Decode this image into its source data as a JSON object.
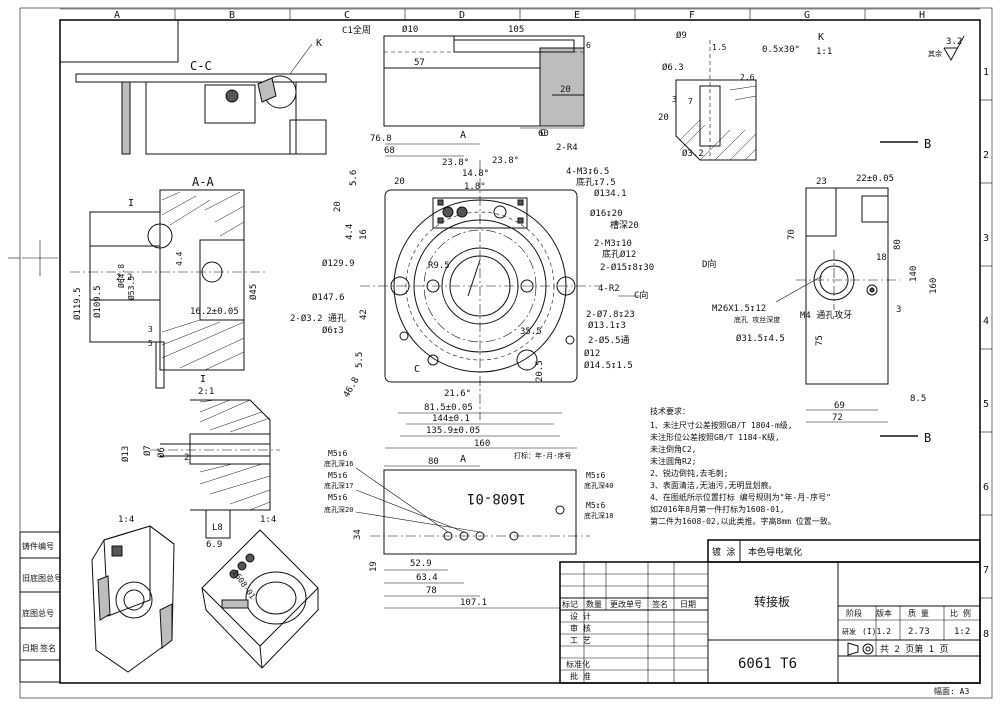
{
  "grid": {
    "columns": [
      "A",
      "B",
      "C",
      "D",
      "E",
      "F",
      "G",
      "H"
    ],
    "rows": [
      "1",
      "2",
      "3",
      "4",
      "5",
      "6",
      "7",
      "8"
    ]
  },
  "side_box": [
    "铸件编号",
    "旧底图总号",
    "底图总号",
    "日期",
    "签名"
  ],
  "views": {
    "cc_label": "C-C",
    "aa_label": "A-A",
    "k_label": "K",
    "k_detail_label": "K",
    "k_detail_scale": "1:1",
    "detail_i_label": "I",
    "detail_i_scale": "2:1",
    "iso1_scale": "1:4",
    "iso2_scale": "1:4",
    "iso_engraving": "1608-01",
    "b_label": "B",
    "d_label": "D向",
    "c_dir_label": "C向",
    "bottom_a_label": "A",
    "top_a_label": "A",
    "c_label": "C"
  },
  "surface": {
    "value": "3.2",
    "note": "其余"
  },
  "top_view_dims": [
    "C1全周",
    "Ø10",
    "105",
    "6",
    "57",
    "20",
    "60"
  ],
  "main_view_dims": [
    "76.8",
    "68",
    "23.8°",
    "23.8°",
    "14.8°",
    "1.8°",
    "2-R4",
    "20",
    "5.6",
    "20",
    "4.4",
    "16",
    "4-M3↧6.5",
    "底孔↧7.5",
    "Ø134.1",
    "Ø16↧20",
    "槽深20",
    "2-M3↧10",
    "底孔Ø12",
    "2-Ø15↧8↧30",
    "4-R2",
    "Ø129.9",
    "Ø147.6",
    "2-Ø3.2 通孔",
    "Ø6↧3",
    "42",
    "5.5",
    "35.5",
    "2-Ø7.8↧23",
    "Ø13.1↧3",
    "2-Ø5.5通",
    "Ø12",
    "Ø14.5↧1.5",
    "21.6°",
    "46.8",
    "81.5±0.05",
    "144±0.1",
    "135.9±0.05",
    "160",
    "20.5",
    "R9.5"
  ],
  "aa_dims": [
    "Ø119.5",
    "Ø109.5",
    "Ø64.8",
    "Ø53.5",
    "2.2",
    "4.4",
    "Ø45",
    "16.2±0.05",
    "3",
    "5"
  ],
  "detail_i_dims": [
    "Ø13",
    "Ø7",
    "Ø6",
    "2",
    "L8",
    "6.9"
  ],
  "k_dims": [
    "Ø9",
    "1.5",
    "0.5x30°",
    "Ø6.3",
    "2.6",
    "20",
    "3",
    "7",
    "Ø3.2"
  ],
  "right_view_dims": [
    "23",
    "22±0.05",
    "70",
    "80",
    "140",
    "160",
    "M26X1.5↧12",
    "底孔 攻丝深度",
    "Ø31.5↧4.5",
    "M4 通孔攻牙",
    "18",
    "3",
    "75",
    "69",
    "72",
    "8.5"
  ],
  "bottom_view_dims": [
    "80",
    "M5↧6",
    "底孔深16",
    "M5↧6",
    "底孔深17",
    "M5↧6",
    "底孔深20",
    "M5↧6",
    "底孔深40",
    "M5↧6",
    "底孔深18",
    "34",
    "19",
    "52.9",
    "63.4",
    "78",
    "107.1",
    "打标：年-月-序号"
  ],
  "tech_requirements": {
    "title": "技术要求：",
    "items": [
      "1、未注尺寸公差按照GB/T 1804-m级,",
      "   未注形位公差按照GB/T 1184-K级,",
      "   未注倒角C2,",
      "   未注圆角R2;",
      "2、锐边倒钝,去毛刺;",
      "3、表面清洁,无油污,无明显划痕。",
      "4、在图纸所示位置打标 编号规则为\"年-月-序号\"",
      "   如2016年8月第一件打标为1608-01,",
      "   第二件为1608-02,以此类推。字高8mm 位置一致。"
    ]
  },
  "title_block": {
    "coating_label": "镀 涂",
    "coating_value": "本色导电氧化",
    "part_name": "转接板",
    "material": "6061 T6",
    "header_cols": [
      "标记",
      "数量",
      "更改单号",
      "签名",
      "日期"
    ],
    "rows": [
      "设 计",
      "审 核",
      "工 艺",
      "标准化",
      "批 准"
    ],
    "stage_label": "阶段",
    "version_label": "版本",
    "weight_label": "质 量",
    "scale_label": "比 例",
    "stage_value": "研发",
    "version_value": "(I)1.2",
    "weight_value": "2.73",
    "scale_value": "1:2",
    "sheets_text": "共 2 页第 1 页",
    "format": "幅面: A3"
  }
}
